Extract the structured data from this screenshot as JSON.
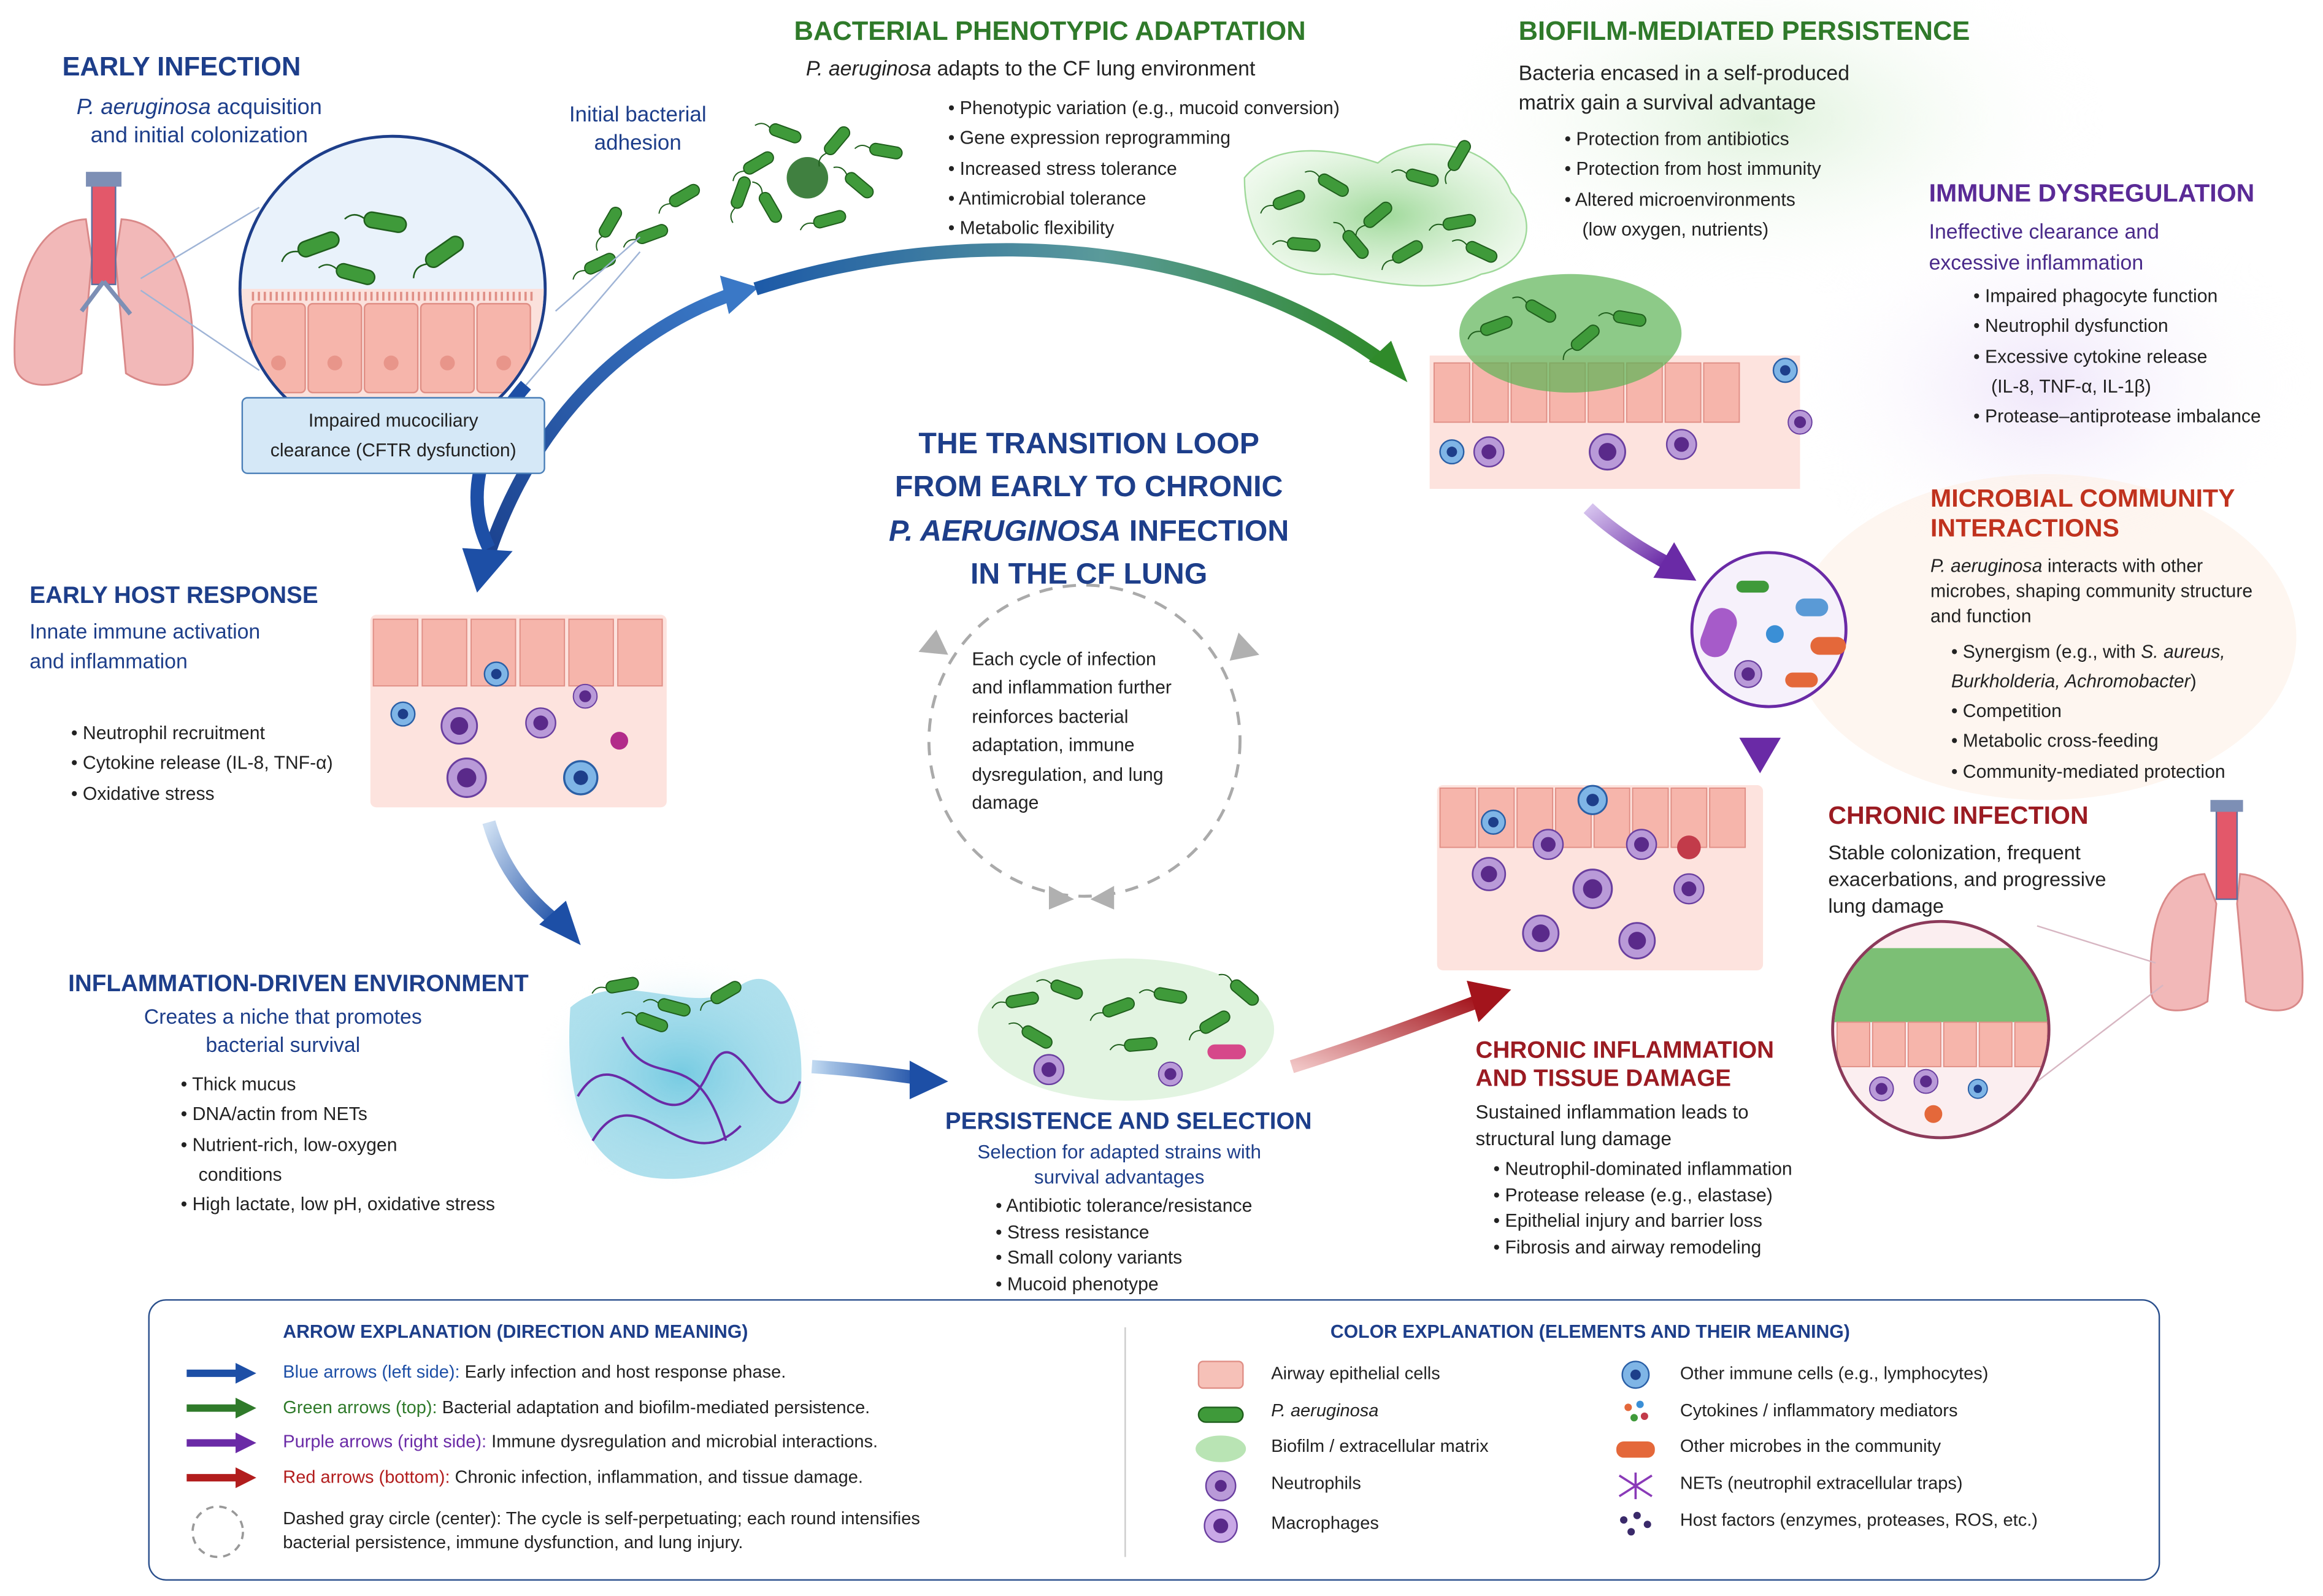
{
  "center": {
    "title_line1": "THE TRANSITION LOOP",
    "title_line2": "FROM EARLY TO CHRONIC",
    "title_line3_italic": "P. AERUGINOSA",
    "title_line3_rest": " INFECTION",
    "title_line4": "IN THE CF LUNG",
    "cycle_text": [
      "Each cycle of infection",
      "and inflammation further",
      "reinforces bacterial",
      "adaptation, immune",
      "dysregulation, and lung",
      "damage"
    ]
  },
  "early_infection": {
    "title": "EARLY INFECTION",
    "subtitle_italic": "P. aeruginosa",
    "subtitle_rest": " acquisition",
    "subtitle_line2": "and initial colonization",
    "adhesion_label_1": "Initial bacterial",
    "adhesion_label_2": "adhesion",
    "clearance_line1": "Impaired mucociliary",
    "clearance_line2": "clearance (CFTR dysfunction)"
  },
  "bacterial_adaptation": {
    "title": "BACTERIAL PHENOTYPIC ADAPTATION",
    "subtitle_italic": "P. aeruginosa",
    "subtitle_rest": " adapts to the CF lung environment",
    "bullets": [
      "Phenotypic variation (e.g., mucoid conversion)",
      "Gene expression reprogramming",
      "Increased stress tolerance",
      "Antimicrobial tolerance",
      "Metabolic flexibility"
    ]
  },
  "biofilm": {
    "title": "BIOFILM-MEDIATED PERSISTENCE",
    "subtitle_line1": "Bacteria encased in a self-produced",
    "subtitle_line2": "matrix gain a survival advantage",
    "bullets": [
      "Protection from antibiotics",
      "Protection from host immunity",
      "Altered microenvironments",
      "(low oxygen, nutrients)"
    ]
  },
  "immune": {
    "title": "IMMUNE DYSREGULATION",
    "subtitle_line1": "Ineffective clearance and",
    "subtitle_line2": "excessive inflammation",
    "bullets": [
      "Impaired phagocyte function",
      "Neutrophil dysfunction",
      "Excessive cytokine release",
      "(IL-8, TNF-α, IL-1β)",
      "Protease–antiprotease imbalance"
    ]
  },
  "microbial": {
    "title_line1": "MICROBIAL COMMUNITY",
    "title_line2": "INTERACTIONS",
    "desc_italic": "P. aeruginosa",
    "desc_rest": " interacts with other",
    "desc_line2": "microbes, shaping community structure",
    "desc_line3": "and function",
    "syn_prefix": "Synergism (e.g., with ",
    "syn_italic1": "S. aureus,",
    "syn_italic2": "Burkholderia, Achromobacter",
    "syn_suffix": ")",
    "bullets": [
      "Competition",
      "Metabolic cross-feeding",
      "Community-mediated protection"
    ]
  },
  "host_response": {
    "title": "EARLY HOST RESPONSE",
    "subtitle_line1": "Innate immune activation",
    "subtitle_line2": "and inflammation",
    "bullets": [
      "Neutrophil recruitment",
      "Cytokine release (IL-8, TNF-α)",
      "Oxidative stress"
    ]
  },
  "inflam_env": {
    "title": "INFLAMMATION-DRIVEN ENVIRONMENT",
    "subtitle_line1": "Creates a niche that promotes",
    "subtitle_line2": "bacterial survival",
    "bullets": [
      "Thick mucus",
      "DNA/actin from NETs",
      "Nutrient-rich, low-oxygen",
      "conditions",
      "High lactate, low pH, oxidative stress"
    ]
  },
  "persistence": {
    "title": "PERSISTENCE AND SELECTION",
    "subtitle_line1": "Selection for adapted strains with",
    "subtitle_line2": "survival advantages",
    "bullets": [
      "Antibiotic tolerance/resistance",
      "Stress resistance",
      "Small colony variants",
      "Mucoid phenotype"
    ]
  },
  "chronic_inflam": {
    "title_line1": "CHRONIC INFLAMMATION",
    "title_line2": "AND TISSUE DAMAGE",
    "subtitle_line1": "Sustained inflammation leads to",
    "subtitle_line2": "structural lung damage",
    "bullets": [
      "Neutrophil-dominated inflammation",
      "Protease release (e.g., elastase)",
      "Epithelial injury and barrier loss",
      "Fibrosis and airway remodeling"
    ]
  },
  "chronic_infection": {
    "title": "CHRONIC INFECTION",
    "subtitle_line1": "Stable colonization, frequent",
    "subtitle_line2": "exacerbations, and progressive",
    "subtitle_line3": "lung damage"
  },
  "legend": {
    "arrow_title": "ARROW EXPLANATION (DIRECTION AND MEANING)",
    "color_title": "COLOR EXPLANATION (ELEMENTS AND THEIR MEANING)",
    "arrows": [
      {
        "label": "Blue arrows (left side):",
        "desc": " Early infection and host response phase.",
        "color": "#1d4fa6"
      },
      {
        "label": "Green arrows (top):",
        "desc": " Bacterial adaptation and biofilm-mediated persistence.",
        "color": "#2f7a2a"
      },
      {
        "label": "Purple arrows (right side):",
        "desc": " Immune dysregulation and microbial interactions.",
        "color": "#6a2aa6"
      },
      {
        "label": "Red arrows (bottom):",
        "desc": " Chronic infection, inflammation, and tissue damage.",
        "color": "#b21d1d"
      }
    ],
    "dashed_line1": "Dashed gray circle (center): The cycle is self-perpetuating; each round intensifies",
    "dashed_line2": "bacterial persistence, immune dysfunction, and lung injury.",
    "colors_left": [
      "Airway epithelial cells",
      "P. aeruginosa",
      "Biofilm / extracellular matrix",
      "Neutrophils",
      "Macrophages"
    ],
    "colors_right": [
      "Other immune cells (e.g., lymphocytes)",
      "Cytokines / inflammatory mediators",
      "Other microbes in the community",
      "NETs (neutrophil extracellular traps)",
      "Host factors (enzymes, proteases, ROS, etc.)"
    ]
  }
}
